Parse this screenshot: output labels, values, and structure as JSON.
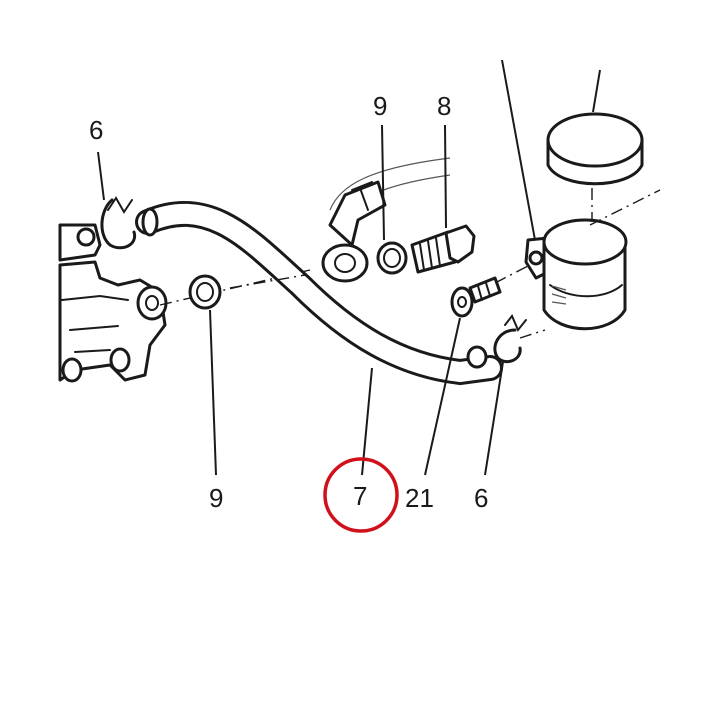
{
  "callouts": {
    "clip_left": "6",
    "washer_upper": "9",
    "banjo_bolt": "8",
    "washer_lower": "9",
    "hose": "7",
    "screw": "21",
    "clip_right": "6"
  },
  "highlight": {
    "color": "#d0101a"
  }
}
